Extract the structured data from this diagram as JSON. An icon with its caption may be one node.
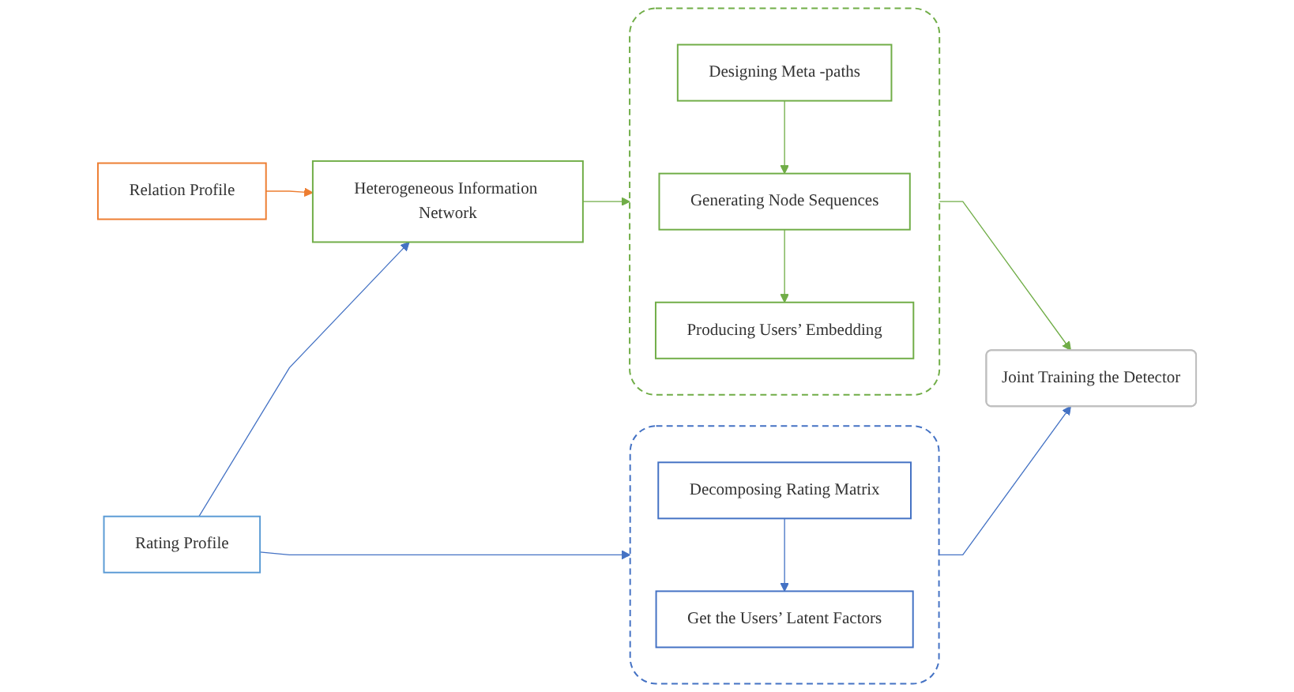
{
  "diagram": {
    "nodes": [
      {
        "text": [
          "Relation Profile"
        ]
      },
      {
        "text": [
          "Heterogeneous Information Network"
        ]
      },
      {
        "text": [],
        "shape": "box"
      },
      {
        "text": [
          "Designing Meta -paths"
        ],
        "in": 2
      },
      {
        "text": [
          "Generating Node Sequences"
        ],
        "in": 2
      },
      {
        "text": [
          "Producing Users’ Embedding"
        ],
        "in": 2
      },
      {
        "text": [
          "Rating Profile"
        ]
      },
      {
        "text": [],
        "shape": "box"
      },
      {
        "text": [
          "Decomposing Rating Matrix"
        ],
        "in": 7
      },
      {
        "text": [
          "Get the Users’ Latent Factors"
        ],
        "in": 7
      },
      {
        "text": [
          "Joint Training the Detector"
        ]
      }
    ],
    "edges": [
      {
        "from": 0,
        "to": 1,
        "arrow": "to",
        "color": "#ed7d31"
      },
      {
        "from": 1,
        "to": 2,
        "arrow": "to",
        "color": "#70ad47"
      },
      {
        "from": 3,
        "to": 4,
        "arrow": "to",
        "color": "#70ad47"
      },
      {
        "from": 4,
        "to": 5,
        "arrow": "to",
        "color": "#70ad47"
      },
      {
        "from": 6,
        "to": 1,
        "arrow": "to",
        "color": "#4472c4"
      },
      {
        "from": 6,
        "to": 7,
        "arrow": "to",
        "color": "#4472c4"
      },
      {
        "from": 8,
        "to": 9,
        "arrow": "to",
        "color": "#4472c4"
      },
      {
        "from": 2,
        "to": 10,
        "arrow": "to",
        "color": "#70ad47"
      },
      {
        "from": 7,
        "to": 10,
        "arrow": "to",
        "color": "#4472c4"
      }
    ]
  }
}
